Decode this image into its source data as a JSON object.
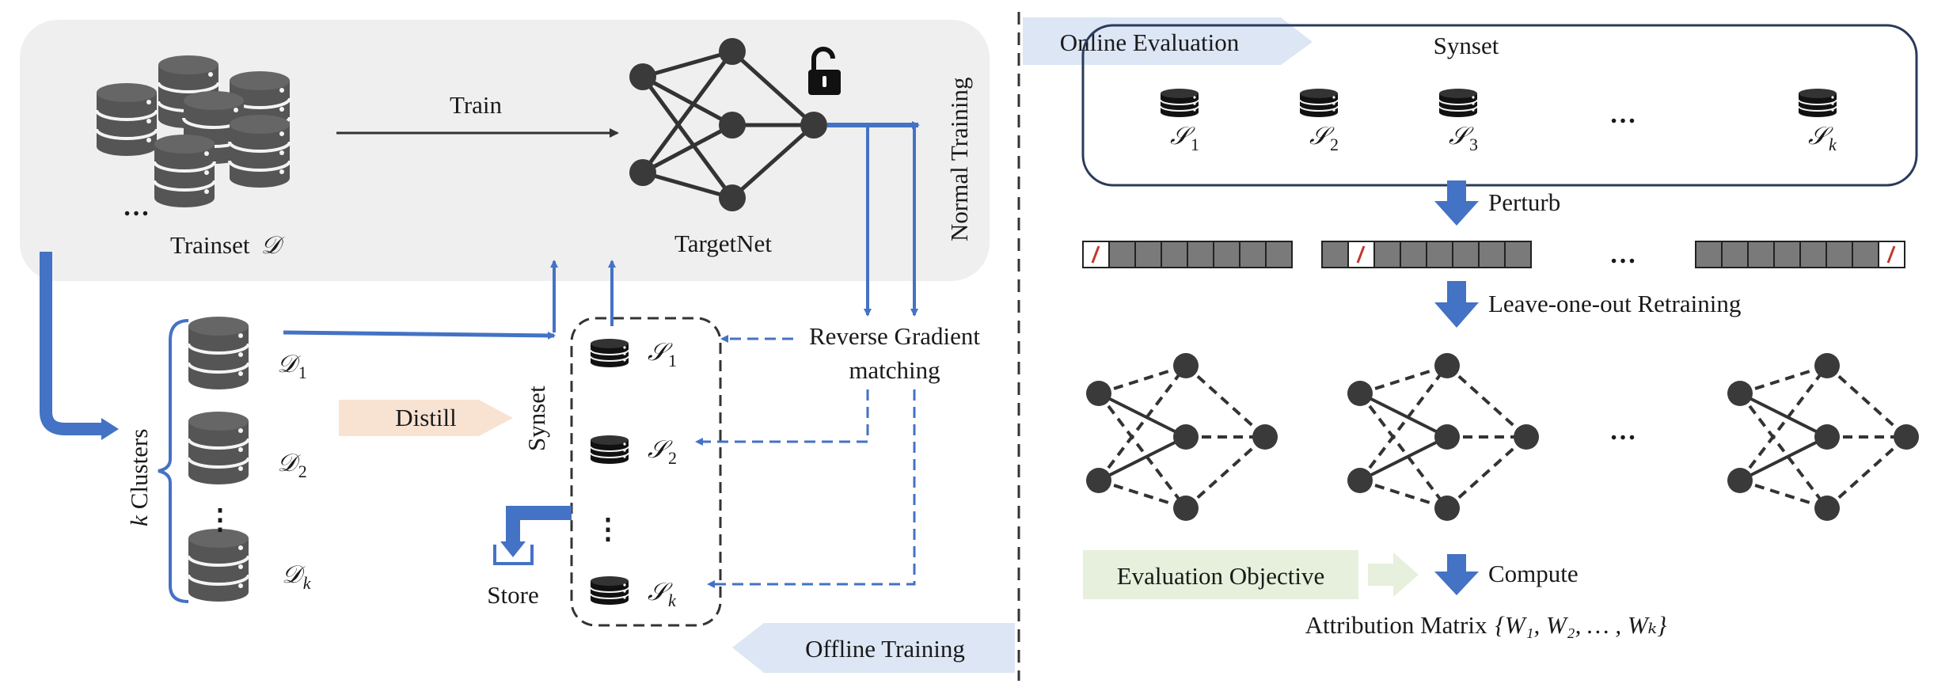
{
  "left": {
    "trainset_label": "Trainset",
    "trainset_symbol": "𝒟",
    "train_label": "Train",
    "targetnet_label": "TargetNet",
    "normal_training_label": "Normal Training",
    "ellipsis": "…",
    "clusters": {
      "k": "k",
      "label": "Clusters",
      "items": [
        {
          "sym": "𝒟",
          "sub": "1"
        },
        {
          "sym": "𝒟",
          "sub": "2"
        },
        {
          "sym": "𝒟",
          "sub": "k"
        }
      ]
    },
    "distill_label": "Distill",
    "synset_label": "Synset",
    "synset_items": [
      {
        "sym": "𝒮",
        "sub": "1"
      },
      {
        "sym": "𝒮",
        "sub": "2"
      },
      {
        "sym": "𝒮",
        "sub": "k"
      }
    ],
    "vertical_ellipsis": "⋮",
    "store_label": "Store",
    "reverse_line1": "Reverse Gradient",
    "reverse_line2": "matching",
    "offline_training_label": "Offline Training"
  },
  "right": {
    "online_evaluation_label": "Online Evaluation",
    "synset_title": "Synset",
    "synset_items": [
      {
        "sym": "𝒮",
        "sub": "1"
      },
      {
        "sym": "𝒮",
        "sub": "2"
      },
      {
        "sym": "𝒮",
        "sub": "3"
      },
      {
        "sym": "𝒮",
        "sub": "k"
      }
    ],
    "ellipsis": "…",
    "perturb_label": "Perturb",
    "retrain_label": "Leave-one-out Retraining",
    "evaluation_objective_label": "Evaluation Objective",
    "compute_label": "Compute",
    "attribution_label": "Attribution Matrix",
    "attribution_set": "{W₁, W₂, … , Wₖ}"
  },
  "colors": {
    "accent_blue": "#4472c4",
    "panel_gray": "#efefef",
    "db_dark": "#555555",
    "online_tag": "#dce6f5",
    "distill_arrow": "#f8e3d3",
    "eval_green": "#e6f0dc"
  }
}
